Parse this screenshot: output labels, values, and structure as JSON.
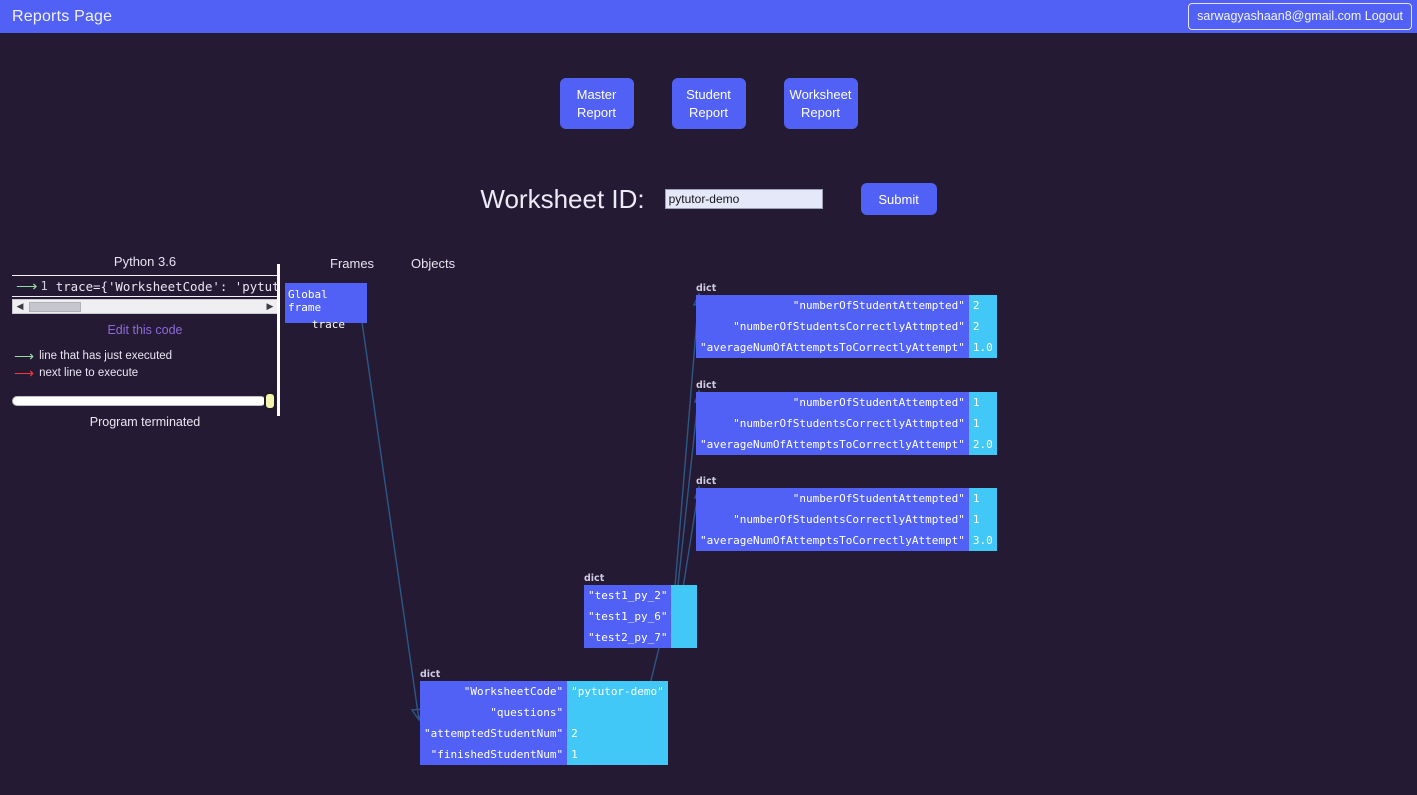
{
  "navbar": {
    "brand": "Reports Page",
    "user_label": "sarwagyashaan8@gmail.com Logout"
  },
  "reports": {
    "buttons": [
      {
        "line1": "Master",
        "line2": "Report",
        "name": "master-report-button"
      },
      {
        "line1": "Student",
        "line2": "Report",
        "name": "student-report-button"
      },
      {
        "line1": "Worksheet",
        "line2": "Report",
        "name": "worksheet-report-button"
      }
    ]
  },
  "worksheet": {
    "label": "Worksheet ID:",
    "input_value": "pytutor-demo",
    "input_placeholder": "",
    "submit_label": "Submit"
  },
  "visualizer": {
    "python_version": "Python 3.6",
    "line_number": "1",
    "code_line": "trace={'WorksheetCode': 'pytutor-d",
    "edit_link": "Edit this code",
    "legend": [
      {
        "arrow": "➡",
        "text": "line that has just executed"
      },
      {
        "arrow": "➡",
        "text": "next line to execute"
      }
    ],
    "status": "Program terminated",
    "col_frames": "Frames",
    "col_objects": "Objects",
    "global_frame": {
      "title": "Global frame",
      "variable": "trace"
    },
    "objects": [
      {
        "type": "dict",
        "name": "stats-dict-1",
        "rows": [
          {
            "key": "\"numberOfStudentAttempted\"",
            "value": "2"
          },
          {
            "key": "\"numberOfStudentsCorrectlyAttmpted\"",
            "value": "2"
          },
          {
            "key": "\"averageNumOfAttemptsToCorrectlyAttempt\"",
            "value": "1.0"
          }
        ]
      },
      {
        "type": "dict",
        "name": "stats-dict-2",
        "rows": [
          {
            "key": "\"numberOfStudentAttempted\"",
            "value": "1"
          },
          {
            "key": "\"numberOfStudentsCorrectlyAttmpted\"",
            "value": "1"
          },
          {
            "key": "\"averageNumOfAttemptsToCorrectlyAttempt\"",
            "value": "2.0"
          }
        ]
      },
      {
        "type": "dict",
        "name": "stats-dict-3",
        "rows": [
          {
            "key": "\"numberOfStudentAttempted\"",
            "value": "1"
          },
          {
            "key": "\"numberOfStudentsCorrectlyAttmpted\"",
            "value": "1"
          },
          {
            "key": "\"averageNumOfAttemptsToCorrectlyAttempt\"",
            "value": "3.0"
          }
        ]
      },
      {
        "type": "dict",
        "name": "questions-dict",
        "rows": [
          {
            "key": "\"test1_py_2\"",
            "value": ""
          },
          {
            "key": "\"test1_py_6\"",
            "value": ""
          },
          {
            "key": "\"test2_py_7\"",
            "value": ""
          }
        ]
      },
      {
        "type": "dict",
        "name": "trace-dict",
        "rows": [
          {
            "key": "\"WorksheetCode\"",
            "value": "\"pytutor-demo\""
          },
          {
            "key": "\"questions\"",
            "value": ""
          },
          {
            "key": "\"attemptedStudentNum\"",
            "value": "2"
          },
          {
            "key": "\"finishedStudentNum\"",
            "value": "1"
          }
        ]
      }
    ]
  },
  "colors": {
    "brand": "#5161f5",
    "background": "#241a33",
    "key_cell": "#5161f5",
    "value_cell": "#41c8f7",
    "wire": "#2e5785"
  }
}
